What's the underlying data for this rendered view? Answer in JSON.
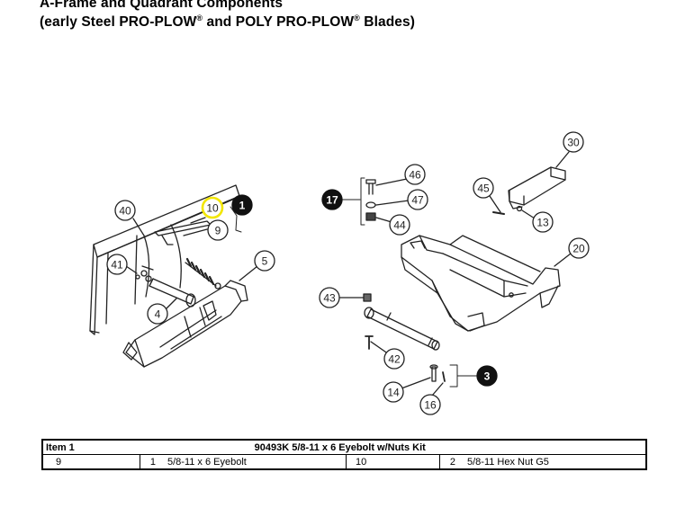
{
  "header": {
    "line1": "A-Frame and Quadrant Components",
    "line2_a": "(early Steel PRO-PLOW",
    "reg": "®",
    "line2_b": " and POLY PRO-PLOW",
    "line2_c": " Blades)"
  },
  "callouts": {
    "c40": "40",
    "c10": "10",
    "c1": "1",
    "c9": "9",
    "c41": "41",
    "c5": "5",
    "c4": "4",
    "c46": "46",
    "c17": "17",
    "c47": "47",
    "c44": "44",
    "c45": "45",
    "c30": "30",
    "c13": "13",
    "c20": "20",
    "c43": "43",
    "c42": "42",
    "c3": "3",
    "c14": "14",
    "c16": "16"
  },
  "highlight_color": "#f2e600",
  "kit_table": {
    "item_label": "Item 1",
    "kit_title": "90493K  5/8-11 x 6 Eyebolt w/Nuts Kit",
    "rows": [
      {
        "item": "9",
        "qty": "1",
        "desc": "5/8-11 x 6 Eyebolt",
        "item2": "10",
        "qty2": "2",
        "desc2": "5/8-11 Hex Nut G5"
      }
    ]
  }
}
